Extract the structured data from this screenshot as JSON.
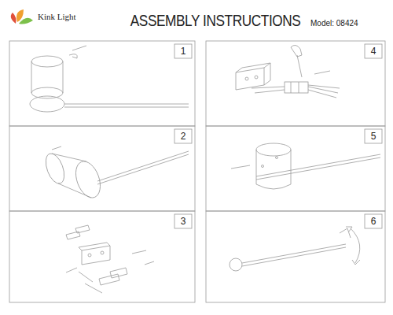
{
  "diagram": {
    "title": "ASSEMBLY INSTRUCTIONS",
    "labels": [
      "Kink Light",
      "Model: 08424",
      "1",
      "2",
      "3",
      "4",
      "5",
      "6"
    ]
  }
}
